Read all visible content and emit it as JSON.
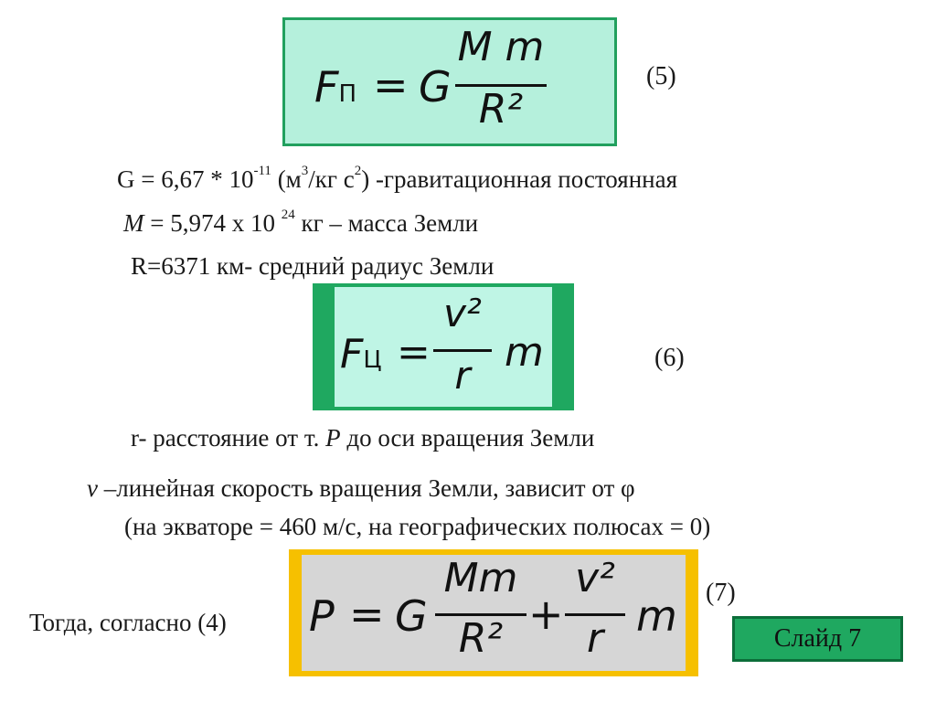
{
  "formula5": {
    "lhs": "F",
    "lhs_sub": "П",
    "eq": "=",
    "coef": "G",
    "num": "M m",
    "den": "R²",
    "number": "(5)"
  },
  "line_g": {
    "a": "G = 6,67 * 10",
    "a_sup": "-11",
    "b": " (м",
    "b_sup": "3",
    "c": "/кг с",
    "c_sup": "2",
    "d": ") -гравитационная постоянная"
  },
  "line_m": {
    "sym": "M",
    "a": " = 5,974 х 10 ",
    "a_sup": "24",
    "b": " кг – масса Земли"
  },
  "line_r": "R=6371 км- средний радиус Земли",
  "formula6": {
    "lhs": "F",
    "lhs_sub": "Ц",
    "eq": "=",
    "num": "v²",
    "den": "r",
    "tail": "m",
    "number": "(6)"
  },
  "line_rdist": {
    "a": "r- расстояние от т. ",
    "sym": "P",
    "b": " до оси вращения Земли"
  },
  "line_v": {
    "sym": "v",
    "a": " –линейная скорость вращения Земли, зависит от φ"
  },
  "line_v2": "(на экваторе = 460 м/с, на географических полюсах = 0)",
  "line_then": "Тогда, согласно (4)",
  "formula7": {
    "lhs": "P",
    "eq": "=",
    "coef": "G",
    "num1": "Mm",
    "den1": "R²",
    "plus": "+",
    "num2": "v²",
    "den2": "r",
    "tail": "m",
    "number": "(7)"
  },
  "slide_button": "Слайд 7"
}
